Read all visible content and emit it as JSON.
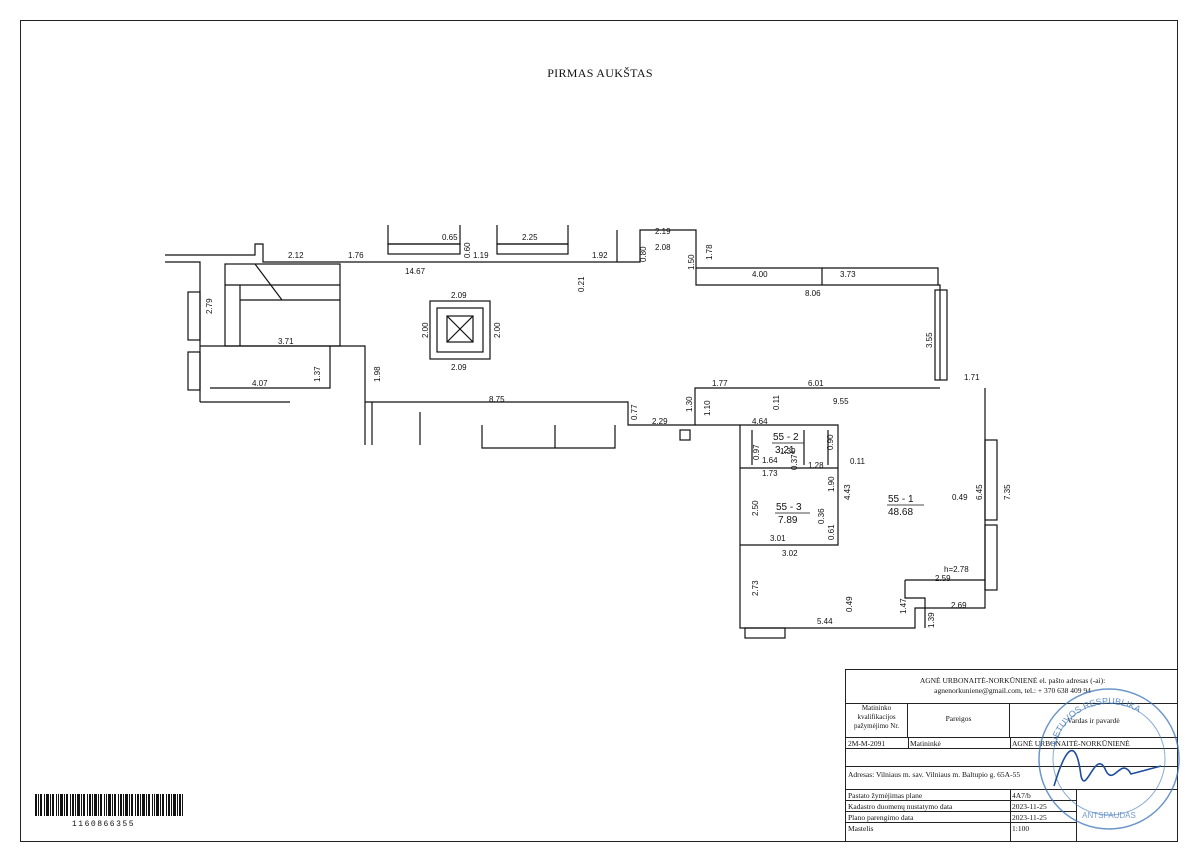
{
  "plan": {
    "title": "PIRMAS AUKŠTAS",
    "dimensions": [
      "2.12",
      "1.76",
      "14.67",
      "0.65",
      "0.60",
      "1.19",
      "2.25",
      "1.92",
      "0.21",
      "2.19",
      "2.08",
      "0.80",
      "1.50",
      "1.78",
      "4.00",
      "3.73",
      "8.06",
      "2.79",
      "2.09",
      "2.00",
      "2.00",
      "2.09",
      "3.71",
      "1.37",
      "4.07",
      "1.98",
      "8.75",
      "0.77",
      "1.30",
      "1.10",
      "2.29",
      "1.77",
      "6.01",
      "1.71",
      "9.55",
      "3.55",
      "0.11",
      "4.64",
      "0.97",
      "1.39",
      "0.90",
      "1.64",
      "0.37",
      "1.28",
      "0.11",
      "1.73",
      "4.43",
      "1.90",
      "2.50",
      "0.36",
      "0.61",
      "3.01",
      "3.02",
      "0.49",
      "6.45",
      "7.35",
      "h=2.78",
      "2.59",
      "2.73",
      "0.49",
      "1.47",
      "2.69",
      "1.39",
      "5.44"
    ],
    "rooms": [
      {
        "code": "55 - 1",
        "area": "48.68"
      },
      {
        "code": "55 - 2",
        "area": "3.21"
      },
      {
        "code": "55 - 3",
        "area": "7.89"
      }
    ]
  },
  "title_block": {
    "author_line1": "AGNĖ URBONAITĖ-NORKŪNIENĖ el. pašto adresas (-ai):",
    "author_line2": "agnenorkuniene@gmail.com, tel.: + 370 638 409 94",
    "hdr_cert": "Matininko kvalifikacijos pažymėjimo Nr.",
    "hdr_position": "Pareigos",
    "hdr_name": "Vardas ir pavardė",
    "cert_no": "2M-M-2091",
    "position": "Matininkė",
    "name": "AGNĖ URBONAITĖ-NORKŪNIENĖ",
    "address": "Adresas: Vilniaus m. sav. Vilniaus m. Baltupio g. 65A-55",
    "rows": [
      {
        "label": "Pastato žymėjimas plane",
        "value": "4A7/b"
      },
      {
        "label": "Kadastro duomenų nustatymo data",
        "value": "2023-11-25"
      },
      {
        "label": "Plano parengimo data",
        "value": "2023-11-25"
      },
      {
        "label": "Mastelis",
        "value": "1:100"
      }
    ]
  },
  "barcode_number": "1160866355",
  "stamp": {
    "text": "LIETUVOS RESPUBLIKA",
    "bottom": "ANTSPAUDAS"
  }
}
